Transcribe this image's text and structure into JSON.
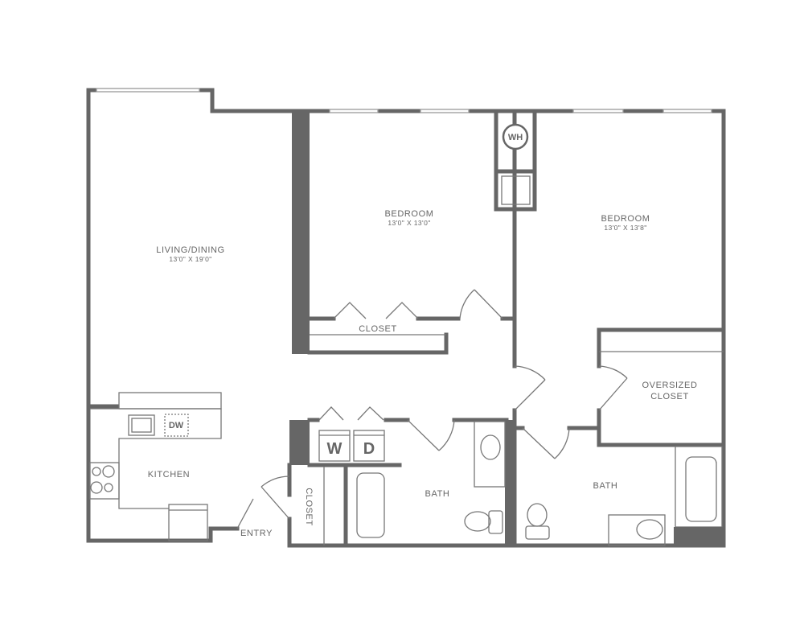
{
  "floorplan": {
    "rooms": [
      {
        "id": "living",
        "name": "LIVING/DINING",
        "dims": "13'0\" X 19'0\""
      },
      {
        "id": "bedroom1",
        "name": "BEDROOM",
        "dims": "13'0\" X 13'0\""
      },
      {
        "id": "bedroom2",
        "name": "BEDROOM",
        "dims": "13'0\" X 13'8\""
      },
      {
        "id": "closet1",
        "name": "CLOSET"
      },
      {
        "id": "oversized",
        "name": "OVERSIZED",
        "name2": "CLOSET"
      },
      {
        "id": "kitchen",
        "name": "KITCHEN"
      },
      {
        "id": "entry",
        "name": "ENTRY"
      },
      {
        "id": "closet2",
        "name": "CLOSET"
      },
      {
        "id": "bath1",
        "name": "BATH"
      },
      {
        "id": "bath2",
        "name": "BATH"
      }
    ],
    "fixtures": {
      "water_heater": "WH",
      "washer": "W",
      "dryer": "D",
      "dishwasher": "DW"
    },
    "wall_color": "#666666"
  }
}
